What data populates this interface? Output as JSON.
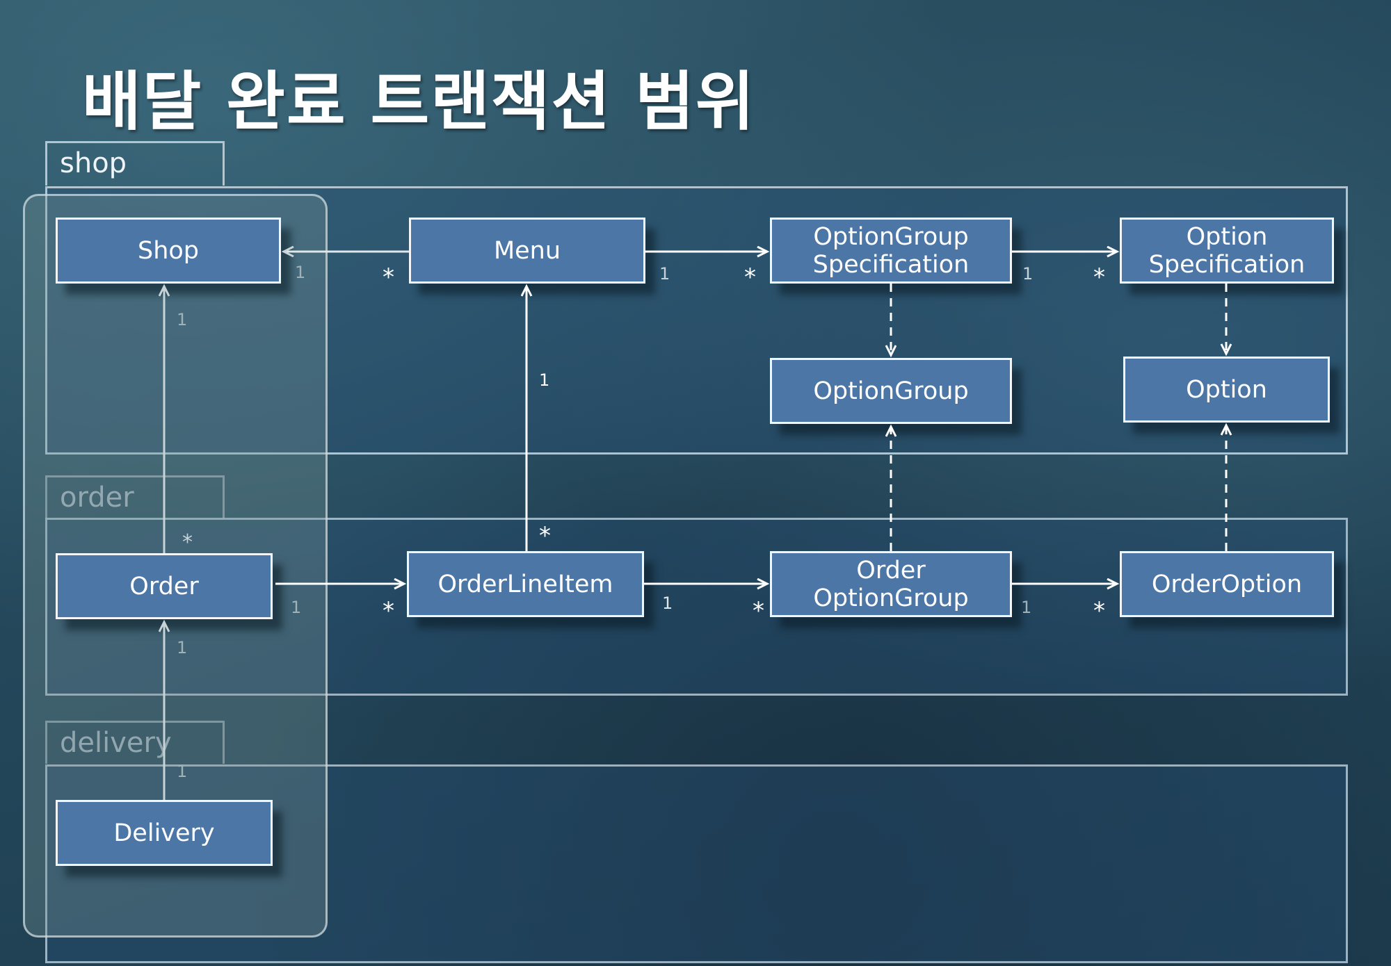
{
  "title": "배달 완료 트랜잭션 범위",
  "packages": {
    "shop": "shop",
    "order": "order",
    "delivery": "delivery"
  },
  "classes": {
    "shop": "Shop",
    "menu": "Menu",
    "option_group_spec": [
      "OptionGroup",
      "Specification"
    ],
    "option_spec": [
      "Option",
      "Specification"
    ],
    "option_group": "OptionGroup",
    "option": "Option",
    "order": "Order",
    "order_line_item": "OrderLineItem",
    "order_option_group": [
      "Order",
      "OptionGroup"
    ],
    "order_option": "OrderOption",
    "delivery": "Delivery"
  },
  "multiplicities": {
    "one": "1",
    "many": "*"
  },
  "colors": {
    "class_fill": "#4b76a6",
    "class_border": "#f2f6fa",
    "scope_fill": "rgba(120,150,150,0.32)"
  }
}
